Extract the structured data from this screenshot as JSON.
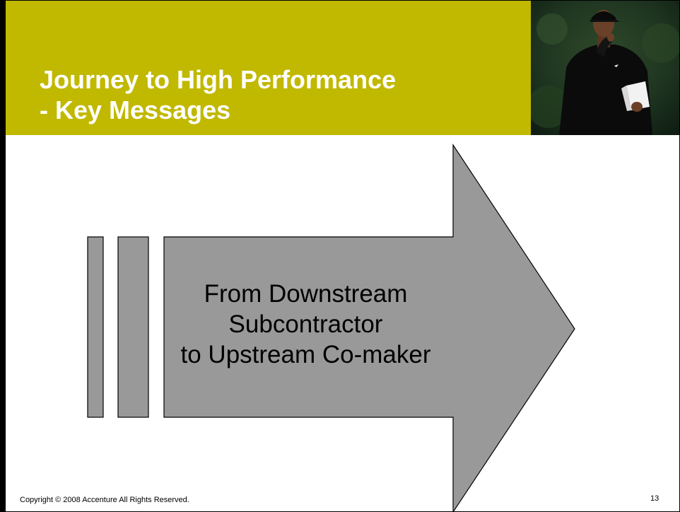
{
  "slide": {
    "title_lines": [
      "Journey to High Performance",
      "- Key Messages"
    ],
    "arrow_text_lines": [
      "From Downstream",
      "Subcontractor",
      "to Upstream Co-maker"
    ],
    "copyright": "Copyright © 2008 Accenture All Rights Reserved.",
    "page_number": "13"
  },
  "colors": {
    "header_band": "#c1b800",
    "title_text": "#ffffff",
    "arrow_fill": "#999999",
    "arrow_stroke": "#000000"
  },
  "icons": {
    "photo": "golfer-photo"
  }
}
